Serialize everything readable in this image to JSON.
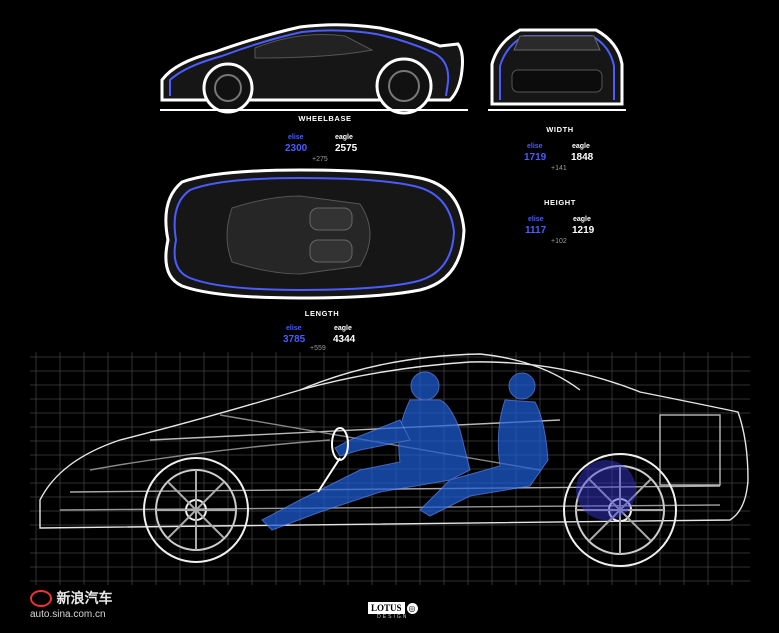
{
  "specs": {
    "wheelbase": {
      "title": "WHEELBASE",
      "a_name": "elise",
      "a_value": "2300",
      "b_name": "eagle",
      "b_value": "2575",
      "diff": "+275"
    },
    "width": {
      "title": "WIDTH",
      "a_name": "elise",
      "a_value": "1719",
      "b_name": "eagle",
      "b_value": "1848",
      "diff": "+141"
    },
    "height": {
      "title": "HEIGHT",
      "a_name": "elise",
      "a_value": "1117",
      "b_name": "eagle",
      "b_value": "1219",
      "diff": "+102"
    },
    "length": {
      "title": "LENGTH",
      "a_name": "elise",
      "a_value": "3785",
      "b_name": "eagle",
      "b_value": "4344",
      "diff": "+559"
    }
  },
  "watermark": {
    "brand_cn": "新浪汽车",
    "url": "auto.sina.com.cn"
  },
  "logo": {
    "text": "LOTUS",
    "subtext": "DESIGN"
  },
  "colors": {
    "background": "#000000",
    "elise_blue": "#4a5cff",
    "outline_white": "#ffffff",
    "grid": "#8a8a8a"
  }
}
